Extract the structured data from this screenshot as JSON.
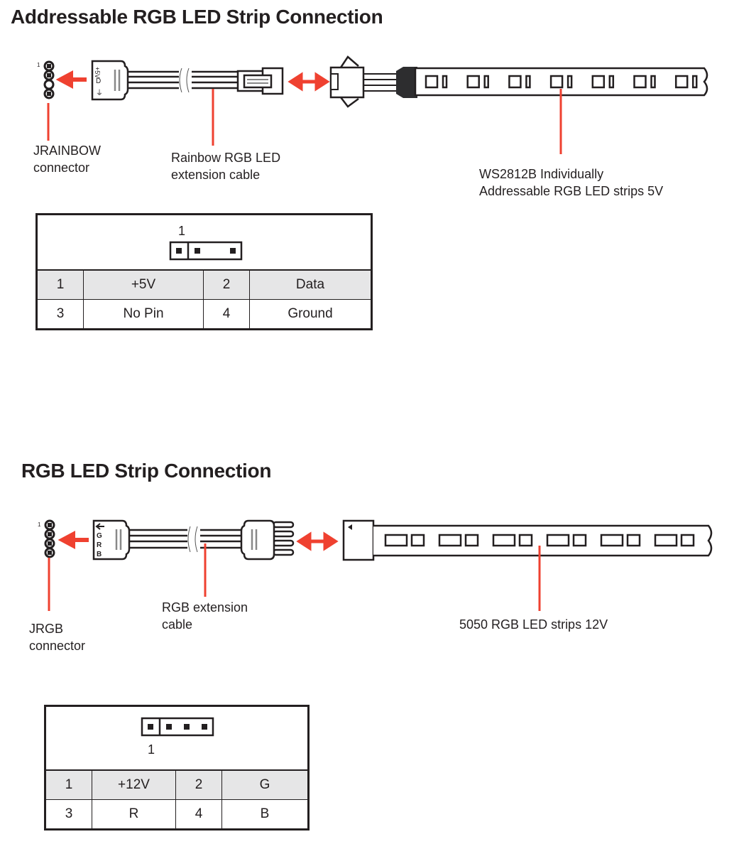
{
  "sections": [
    {
      "title": "Addressable RGB LED Strip Connection",
      "labels": {
        "connector": [
          "JRAINBOW",
          "connector"
        ],
        "cable": [
          "Rainbow RGB LED",
          "extension cable"
        ],
        "strip": [
          "WS2812B Individually",
          "Addressable RGB LED strips 5V"
        ]
      },
      "header_pin_one": "1",
      "plug_markings": [
        "+5V",
        "D",
        "⏚"
      ],
      "table": {
        "pin_one_label": "1",
        "rows": [
          [
            "1",
            "+5V",
            "2",
            "Data"
          ],
          [
            "3",
            "No Pin",
            "4",
            "Ground"
          ]
        ]
      }
    },
    {
      "title": "RGB LED Strip Connection",
      "labels": {
        "connector": [
          "JRGB",
          "connector"
        ],
        "cable": [
          "RGB extension",
          "cable"
        ],
        "strip": [
          "5050 RGB LED strips 12V"
        ]
      },
      "header_pin_one": "1",
      "plug_markings": [
        "G",
        "R",
        "B"
      ],
      "table": {
        "pin_one_label": "1",
        "rows": [
          [
            "1",
            "+12V",
            "2",
            "G"
          ],
          [
            "3",
            "R",
            "4",
            "B"
          ]
        ]
      }
    }
  ],
  "colors": {
    "accent": "#ef4130",
    "line": "#231f20",
    "table_header_fill": "#e6e6e7"
  }
}
